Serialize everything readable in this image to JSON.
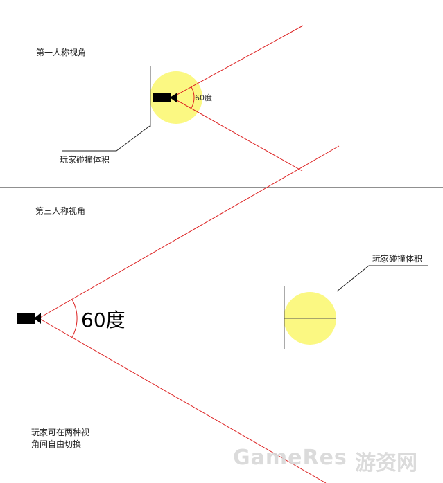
{
  "first_person": {
    "title": "第一人称视角",
    "angle_label": "60度",
    "collision_label": "玩家碰撞体积"
  },
  "third_person": {
    "title": "第三人称视角",
    "angle_label": "60度",
    "collision_label": "玩家碰撞体积"
  },
  "note": {
    "line1": "玩家可在两种视",
    "line2": "角间自由切换"
  },
  "watermark": {
    "text": "GameRes",
    "cn": "游资网"
  },
  "colors": {
    "fov_line": "#dd2222",
    "collision_circle": "#fbf882",
    "camera": "#000000",
    "divider": "#222222"
  }
}
